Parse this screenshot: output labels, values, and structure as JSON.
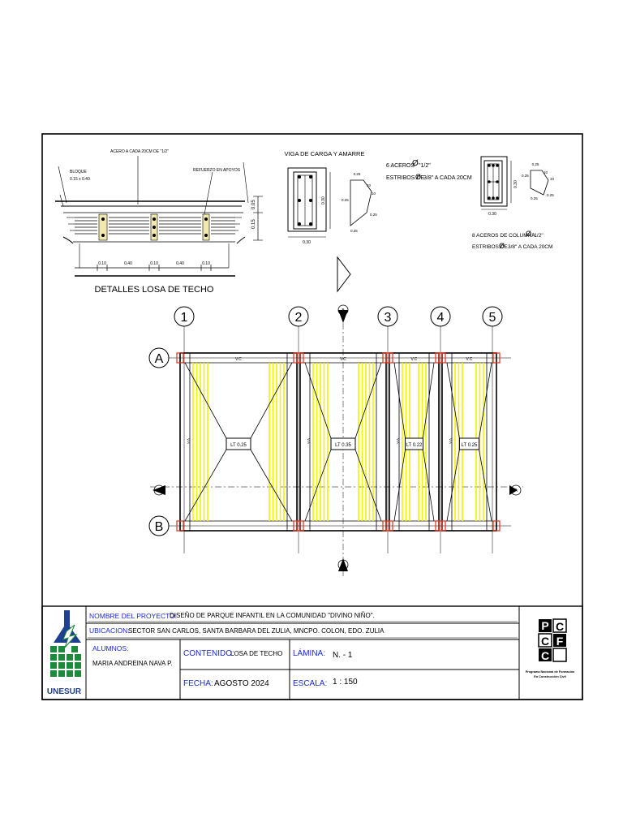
{
  "detail": {
    "title": "DETALLES  LOSA  DE  TECHO",
    "acero_label": "ACERO A CADA 20CM DE \"1/2\"",
    "bloque_label": "BLOQUE",
    "bloque_dim": "0.15 x 0.40",
    "refuerzo_label": "REFUERZO EN APOYOS",
    "dims": [
      "0.10",
      "0.40",
      "0.10",
      "0.40",
      "0.10"
    ],
    "height_dims": [
      "0.15",
      "0.05"
    ]
  },
  "beam": {
    "title": "VIGA DE CARGA Y AMARRE",
    "width_dim": "0.30",
    "height_dim": "0.30",
    "hook_dims": [
      "0.25",
      "10",
      "10",
      "0.25",
      "0.25",
      "0.25"
    ],
    "spec1": "6 ACEROS",
    "spec1_size": "\"1/2\"",
    "spec2": "ESTRIBOS  DE",
    "spec2_size": "3/8\" A CADA 20CM"
  },
  "column": {
    "width_dim": "0.30",
    "height_dim": "0.30",
    "hook_dims": [
      "0.25",
      "0.25",
      "10",
      "10",
      "0.25",
      "0.25"
    ],
    "spec1": "8 ACEROS DE COLUMNA",
    "spec1_size": "\"1/2\"",
    "spec2": "ESTRIBOS  DE",
    "spec2_size": "3/8\" A CADA 20CM"
  },
  "plan": {
    "axes_num": [
      "1",
      "2",
      "3",
      "4",
      "5"
    ],
    "axes_letter": [
      "A",
      "B"
    ],
    "section_marks": [
      "B",
      "B",
      "A",
      "A"
    ],
    "beam_label": "V.C",
    "side_label": "V.A",
    "panels": [
      "LT 0.25",
      "LT 0.35",
      "LT 0.22",
      "LT 0.25"
    ]
  },
  "titleblock": {
    "logo_text": "UNESUR",
    "proyecto_label": "NOMBRE DEL PROYECTO:",
    "proyecto_value": "DISEÑO DE PARQUE INFANTIL EN LA COMUNIDAD \"DIVINO NIÑO\".",
    "ubicacion_label": "UBICACION:",
    "ubicacion_value": "SECTOR SAN CARLOS, SANTA BARBARA DEL ZULIA, MNCPO. COLON, EDO. ZULIA",
    "alumnos_label": "ALUMNOS:",
    "alumnos_value": "MARIA ANDREINA NAVA P.",
    "contenido_label": "CONTENIDO:",
    "contenido_value": "LOSA DE TECHO",
    "lamina_label": "LÁMINA:",
    "lamina_value": "N. - 1",
    "fecha_label": "FECHA:",
    "fecha_value": "AGOSTO 2024",
    "escala_label": "ESCALA:",
    "escala_value": "1 : 150",
    "pfc_line1": "Programa Nacional de Formación",
    "pfc_line2": "En Construcción Civil"
  },
  "colors": {
    "label_blue": "#1a2ad8",
    "highlight_yellow": "#f2f200",
    "column_red": "#e0301a",
    "logo_green": "#1c8a3a",
    "logo_blue": "#1f3f8f"
  }
}
